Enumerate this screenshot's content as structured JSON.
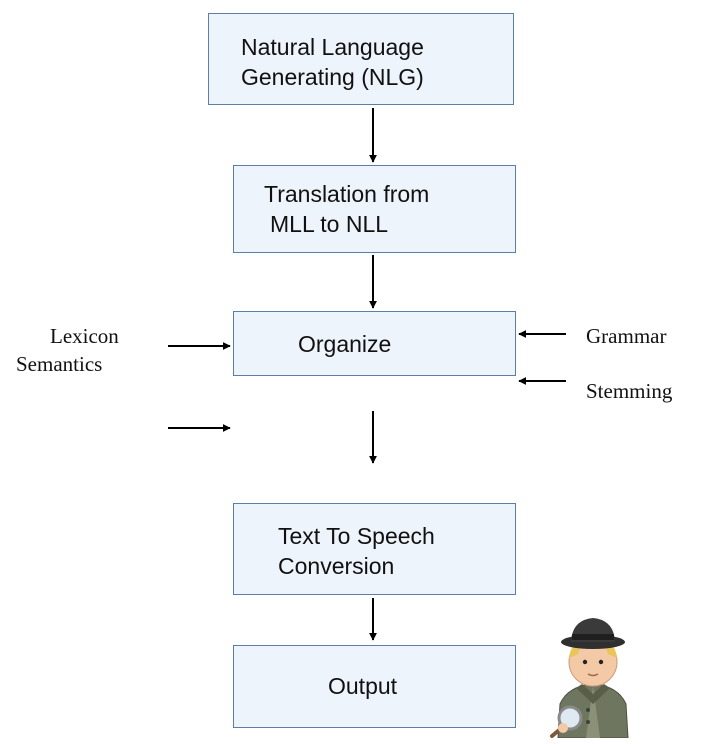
{
  "diagram": {
    "boxes": {
      "nlg": {
        "line1": "Natural Language",
        "line2": "Generating (NLG)"
      },
      "translation": {
        "line1": "Translation from",
        "line2": "MLL to NLL"
      },
      "organize": {
        "line1": "Organize"
      },
      "tts": {
        "line1": "Text To Speech",
        "line2": "Conversion"
      },
      "output": {
        "line1": "Output"
      }
    },
    "inputs_left": {
      "lexicon": "Lexicon",
      "semantics": "Semantics"
    },
    "inputs_right": {
      "grammar": "Grammar",
      "stemming": "Stemming"
    },
    "icons": {
      "person": "detective-person-with-magnifier-icon"
    },
    "colors": {
      "box_fill": "#eef4fb",
      "box_border": "#5b7fa8",
      "arrow": "#000000"
    }
  }
}
